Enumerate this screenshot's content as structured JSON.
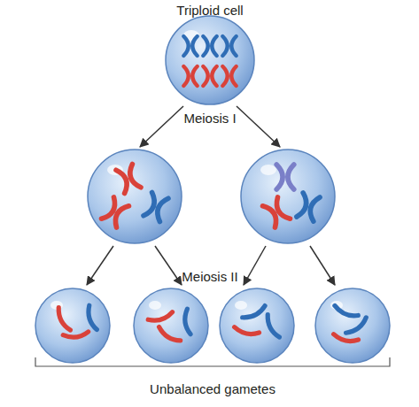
{
  "diagram": {
    "nodes": [
      {
        "text": [
          "Triploid cell"
        ]
      }
    ],
    "labels": [
      "Meiosis I",
      "Meiosis II",
      "Unbalanced gametes"
    ]
  }
}
